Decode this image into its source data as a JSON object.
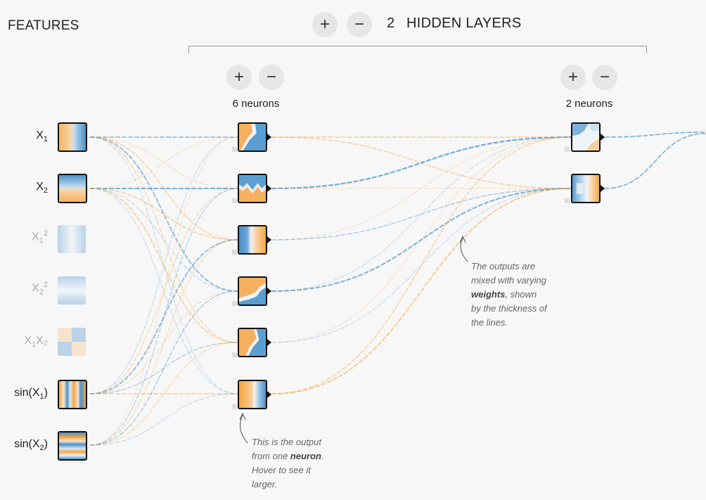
{
  "features_title": "FEATURES",
  "layers": {
    "add_symbol": "+",
    "remove_symbol": "−",
    "count": "2",
    "label": "HIDDEN LAYERS"
  },
  "hidden_layers": [
    {
      "add_symbol": "+",
      "remove_symbol": "−",
      "neurons_label": "6 neurons"
    },
    {
      "add_symbol": "+",
      "remove_symbol": "−",
      "neurons_label": "2 neurons"
    }
  ],
  "features": [
    {
      "base": "X",
      "sub": "1",
      "sup": "",
      "tail": "",
      "active": true
    },
    {
      "base": "X",
      "sub": "2",
      "sup": "",
      "tail": "",
      "active": true
    },
    {
      "base": "X",
      "sub": "1",
      "sup": "2",
      "tail": "",
      "active": false
    },
    {
      "base": "X",
      "sub": "2",
      "sup": "2",
      "tail": "",
      "active": false
    },
    {
      "base": "X",
      "sub": "1",
      "sup": "",
      "tail": "X₂",
      "active": false
    },
    {
      "base": "sin(X",
      "sub": "1",
      "sup": "",
      "tail": ")",
      "active": true
    },
    {
      "base": "sin(X",
      "sub": "2",
      "sup": "",
      "tail": ")",
      "active": true
    }
  ],
  "notes": {
    "neuron": {
      "line1": "This is the output",
      "line2a": "from one ",
      "line2b": "neuron",
      "line2c": ".",
      "line3": "Hover to see it",
      "line4": "larger."
    },
    "weights": {
      "line1": "The outputs are",
      "line2": "mixed with varying",
      "line3a": "weights",
      "line3b": ", shown",
      "line4": "by the thickness of",
      "line5": "the lines."
    }
  },
  "colors": {
    "positive": "#f5a742",
    "negative": "#4a90c8",
    "background": "#f7f7f7"
  }
}
